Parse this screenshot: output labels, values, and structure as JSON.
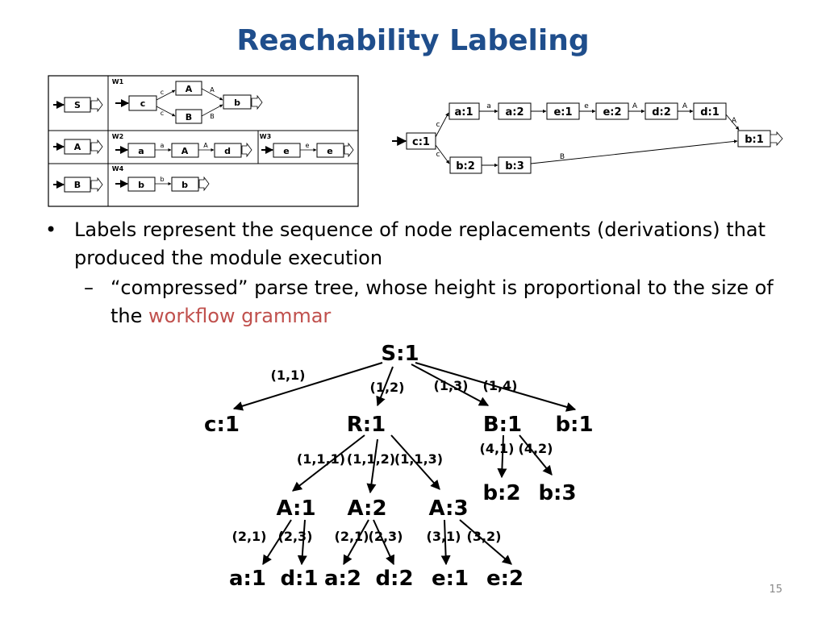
{
  "title": "Reachability Labeling",
  "page_number": "15",
  "bullets": {
    "main": "Labels represent the sequence of node replacements (derivations) that produced the module execution",
    "sub_dash": "–",
    "sub_text": "“compressed” parse tree, whose height is proportional to the size of the ",
    "sub_highlight": "workflow grammar"
  },
  "grammar_table": {
    "rows": [
      {
        "lhs": "S",
        "productions": [
          {
            "name": "W1",
            "nodes": [
              "c",
              "A",
              "B",
              "b"
            ],
            "edges": [
              "c",
              "c",
              "A",
              "B"
            ]
          }
        ]
      },
      {
        "lhs": "A",
        "productions": [
          {
            "name": "W2",
            "nodes": [
              "a",
              "A",
              "d"
            ],
            "edges": [
              "a",
              "A"
            ]
          },
          {
            "name": "W3",
            "nodes": [
              "e",
              "e"
            ],
            "edges": [
              "e"
            ]
          }
        ]
      },
      {
        "lhs": "B",
        "productions": [
          {
            "name": "W4",
            "nodes": [
              "b",
              "b"
            ],
            "edges": [
              "b"
            ]
          }
        ]
      }
    ]
  },
  "run_graph": {
    "nodes": [
      "c:1",
      "a:1",
      "a:2",
      "e:1",
      "e:2",
      "d:2",
      "d:1",
      "b:1",
      "b:2",
      "b:3"
    ],
    "edge_labels": [
      "c",
      "c",
      "a",
      "e",
      "A",
      "A",
      "A",
      "B"
    ]
  },
  "parse_tree": {
    "nodes": [
      "S:1",
      "c:1",
      "R:1",
      "B:1",
      "b:1",
      "A:1",
      "A:2",
      "A:3",
      "b:2",
      "b:3",
      "a:1",
      "d:1",
      "a:2",
      "d:2",
      "e:1",
      "e:2"
    ],
    "edge_labels": [
      "(1,1)",
      "(1,2)",
      "(1,3)",
      "(1,4)",
      "(1,1,1)",
      "(1,1,2)",
      "(1,1,3)",
      "(4,1)",
      "(4,2)",
      "(2,1)",
      "(2,3)",
      "(2,1)",
      "(2,3)",
      "(3,1)",
      "(3,2)"
    ]
  }
}
